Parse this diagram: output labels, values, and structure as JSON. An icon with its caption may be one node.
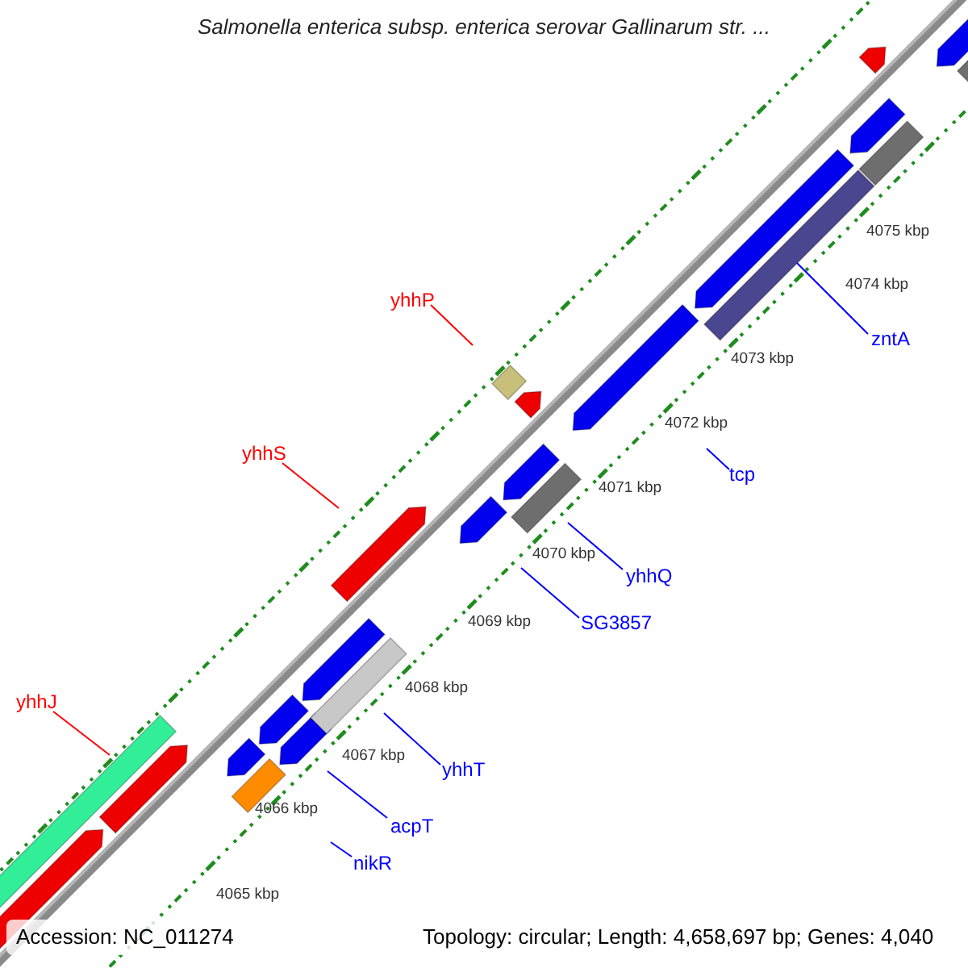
{
  "diagram": {
    "title": "Salmonella enterica subsp. enterica serovar Gallinarum str. ...",
    "nodes": [
      {
        "text": [
          "yhhP"
        ]
      },
      {
        "text": [
          "zntA"
        ]
      },
      {
        "text": [
          "yhhS"
        ]
      },
      {
        "text": [
          "tcp"
        ]
      },
      {
        "text": [
          "yhhQ"
        ]
      },
      {
        "text": [
          "SG3857"
        ]
      },
      {
        "text": [
          "yhhJ"
        ]
      },
      {
        "text": [
          "yhhT"
        ]
      },
      {
        "text": [
          "acpT"
        ]
      },
      {
        "text": [
          "nikR"
        ]
      },
      {
        "text": [],
        "shape": "bar"
      }
    ],
    "edges": [
      {
        "from": 0,
        "to": null,
        "arrow": "none",
        "color": "#ff0000"
      },
      {
        "from": 1,
        "to": 10,
        "arrow": "none"
      },
      {
        "from": 2,
        "to": null,
        "arrow": "none",
        "color": "#ff0000"
      },
      {
        "from": 3,
        "to": null,
        "arrow": "none"
      },
      {
        "from": 4,
        "to": null,
        "arrow": "none"
      },
      {
        "from": 5,
        "to": null,
        "arrow": "none"
      },
      {
        "from": 6,
        "to": null,
        "arrow": "none",
        "color": "#ff0000"
      },
      {
        "from": 7,
        "to": null,
        "arrow": "none"
      },
      {
        "from": 8,
        "to": null,
        "arrow": "none"
      },
      {
        "from": 9,
        "to": null,
        "arrow": "none"
      }
    ],
    "labels": [
      "4075 kbp",
      "4074 kbp",
      "4073 kbp",
      "4072 kbp",
      "4071 kbp",
      "4070 kbp",
      "4069 kbp",
      "4068 kbp",
      "4067 kbp",
      "4066 kbp",
      "4065 kbp",
      "Accession: NC_011274",
      "Topology: circular; Length: 4,658,697 bp; Genes: 4,040"
    ]
  }
}
